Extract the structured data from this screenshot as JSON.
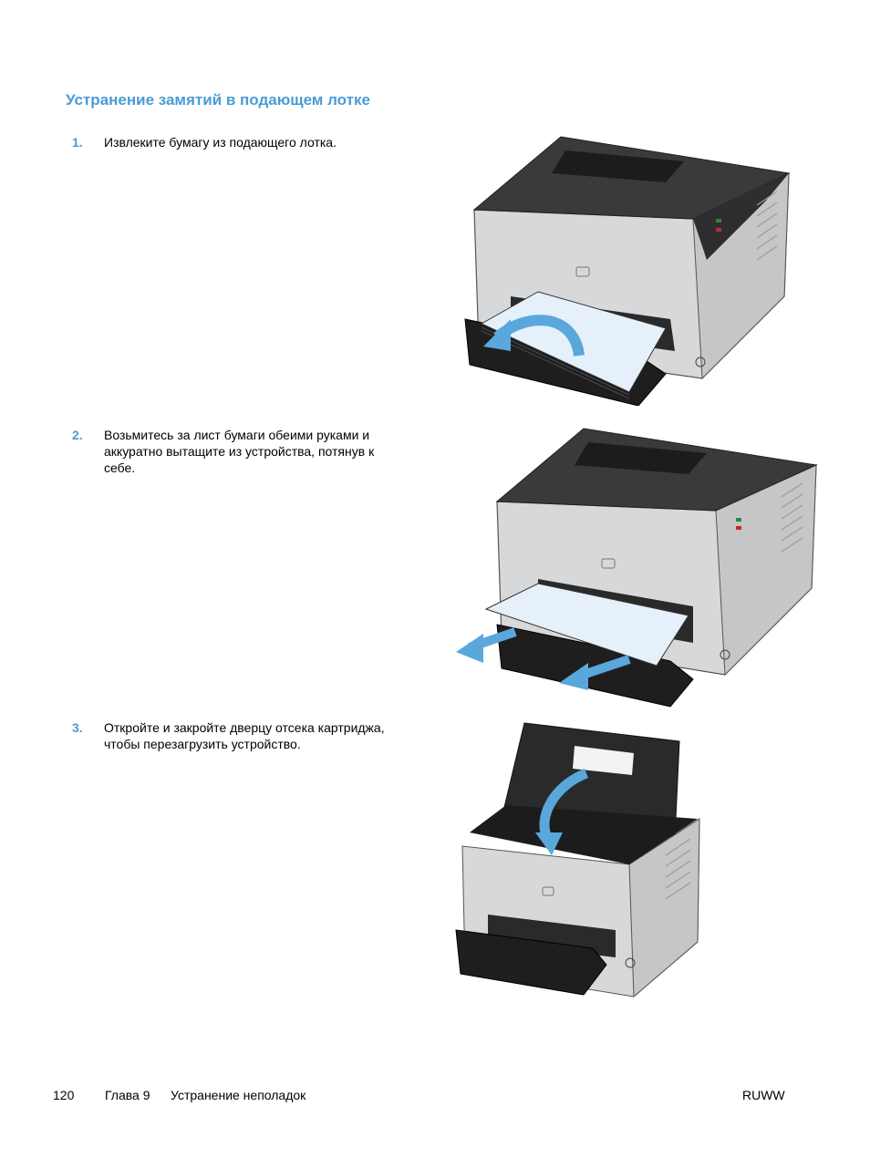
{
  "heading": "Устранение замятий в подающем лотке",
  "steps": [
    {
      "num": "1.",
      "text": "Извлеките бумагу из подающего лотка."
    },
    {
      "num": "2.",
      "text": "Возьмитесь за лист бумаги обеими руками и аккуратно вытащите из устройства, потянув к себе."
    },
    {
      "num": "3.",
      "text": "Откройте и закройте дверцу отсека картриджа, чтобы перезагрузить устройство."
    }
  ],
  "footer": {
    "page_number": "120",
    "chapter": "Глава 9",
    "chapter_title": "Устранение неполадок",
    "locale": "RUWW"
  },
  "colors": {
    "accent": "#4a9cd4",
    "arrow": "#5aa7dc"
  }
}
